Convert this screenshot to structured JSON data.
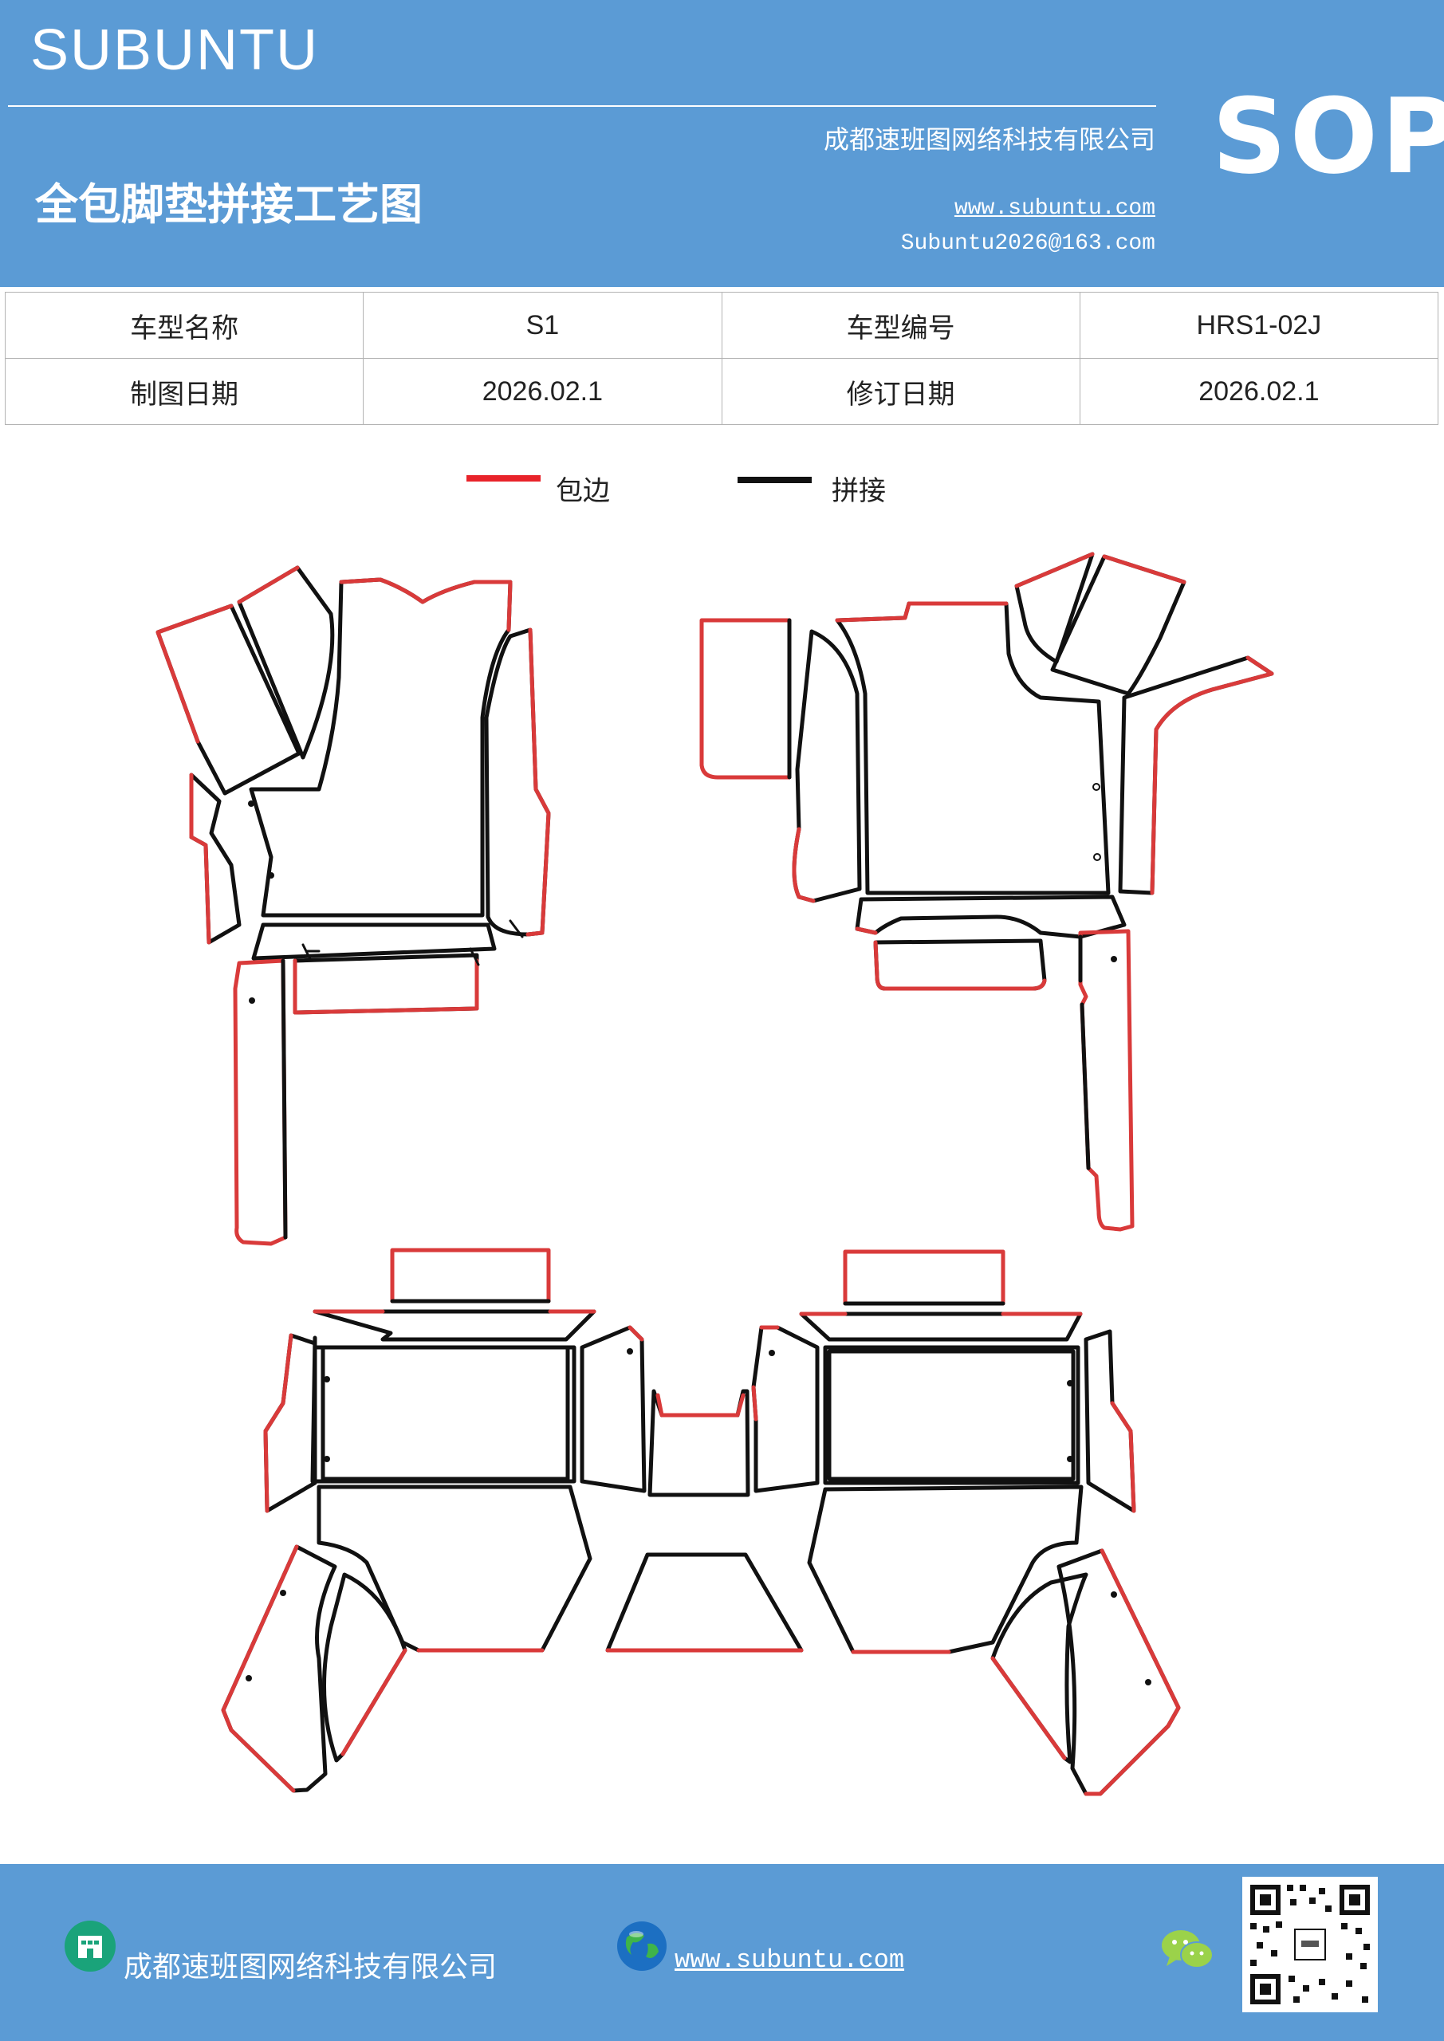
{
  "header": {
    "brand": "SUBUNTU",
    "badge": "SOP",
    "company": "成都速班图网络科技有限公司",
    "title": "全包脚垫拼接工艺图",
    "website": "www.subuntu.com",
    "email": "Subuntu2026@163.com"
  },
  "info_table": {
    "model_name_label": "车型名称",
    "model_name": "S1",
    "model_code_label": "车型编号",
    "model_code": "HRS1-02J",
    "draw_date_label": "制图日期",
    "draw_date": "2026.02.1",
    "revise_date_label": "修订日期",
    "revise_date": "2026.02.1"
  },
  "legend": {
    "edge_label": "包边",
    "edge_color": "#e8232a",
    "splice_label": "拼接",
    "splice_color": "#111111"
  },
  "footer": {
    "company": "成都速班图网络科技有限公司",
    "website": "www.subuntu.com "
  },
  "icons": [
    "building-icon",
    "globe-icon",
    "wechat-icon",
    "qr-code"
  ]
}
